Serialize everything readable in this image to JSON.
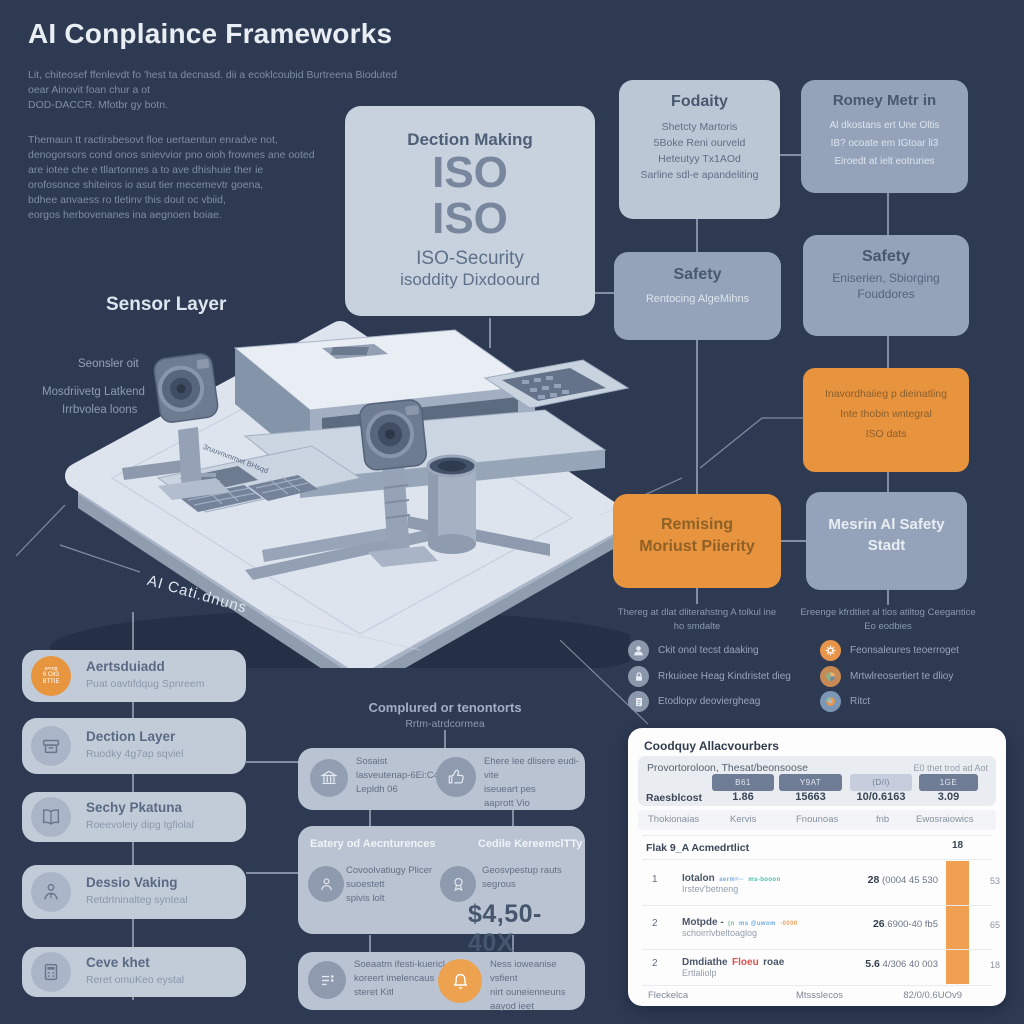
{
  "page": {
    "bg": "#2d3a52",
    "accent_orange": "#e8933e",
    "box_light": "#c8d1de",
    "box_slate": "#94a3b9"
  },
  "header": {
    "title": "AI Conplaince Frameworks",
    "para1": [
      "Lit, chiteosef ffenlevdt fo 'hest ta decnasd. dii a ecoklcoubid Burtreena Bioduted",
      "oear Ainovit foan chur a ot",
      "DOD-DACCR. Mfotbr gy botn."
    ],
    "para2": [
      "Themaun tt ractirsbesovt floe uertaentun enradve not,",
      "denogorsors cond onos snievvior pno oioh frownes ane ooted",
      "are iotee che e tllartonnes a to ave dhishuie ther ie",
      "orofosonce shiteiros io asut tier mecemevtr goena,",
      "bdhee anvaess ro tletinv this dout oc vbiid,",
      "eorgos herbovenanes ina aegnoen boiae."
    ]
  },
  "iso_box": {
    "title": "Dection Making",
    "big1": "ISO",
    "big2": "ISO",
    "line1": "ISO-Security",
    "line2": "isoddity Dixdoourd"
  },
  "flow": {
    "fodaity": {
      "title": "Fodaity",
      "lines": [
        "Shetcty Martoris",
        "5Boke Reni ourveld",
        "Heteutyy Tx1AOd",
        "Sarline sdl-e apandeliting"
      ]
    },
    "romey": {
      "title": "Romey Metr in",
      "lines": [
        "Al dkostans ert Une Oltis",
        "IB? ocoate em IGtoar li3",
        "Eiroedt at ielt eotruries"
      ]
    },
    "safety1": {
      "title": "Safety",
      "line": "Rentocing AlgeMihns"
    },
    "safety2": {
      "title": "Safety",
      "lines": [
        "Eniserien, Sbiorging",
        "Fouddores"
      ]
    },
    "orange_note": {
      "lines": [
        "Inavordhaiieg p dieinatling",
        "Inte thobin wntegral",
        "ISO dats"
      ]
    },
    "remising": {
      "lines": [
        "Remising",
        "Moriust Piierity"
      ]
    },
    "mesrin": {
      "lines": [
        "Mesrin Al Safety",
        "Stadt"
      ]
    },
    "caption_left": [
      "Thereg at dlat dliterahstng A tolkul ine",
      "ho smdalte"
    ],
    "caption_right": [
      "Ereenge kfrdtliet al tlos atiltog Ceegantice",
      "Eo eodbies"
    ],
    "bullets_left": [
      {
        "icon": "user",
        "label": "Ckit onol tecst daaking"
      },
      {
        "icon": "lock",
        "label": "Rrkuioee Heag Kindristet dieg"
      },
      {
        "icon": "document",
        "label": "Etodlopv deoviergheag"
      }
    ],
    "bullets_right": [
      {
        "icon": "gear",
        "label": "Feonsaleures teoerroget"
      },
      {
        "icon": "pie-chart",
        "label": "Mrtwlreosertiert te dlioy"
      },
      {
        "icon": "donut-chart",
        "label": "Ritct"
      }
    ]
  },
  "illustration": {
    "sensor_layer_label": "Sensor Layer",
    "side_notes": [
      "Seonsler oit",
      "Mosdriivetg Latkend",
      "Irrbvolea loons"
    ],
    "diagonal_label": "AI Cati.dnuns",
    "platform_label": "3ruuvnvnmwt BHsqd"
  },
  "left_list": {
    "items": [
      {
        "title": "Aertsduiadd",
        "subtitle": "Puat oavtifdqug Spnreem",
        "icon": "orange-badge",
        "badge_lines": [
          "a=rrig",
          "6 Oit3",
          "BTTIE"
        ]
      },
      {
        "title": "Dection Layer",
        "subtitle": "Ruodky 4g7ap sqviel",
        "icon": "archive-box"
      },
      {
        "title": "Sechy Pkatuna",
        "subtitle": "Roeevoleiy dipg tgfiolal",
        "icon": "open-book"
      },
      {
        "title": "Dessio Vaking",
        "subtitle": "Retdrtninalteg synteal",
        "icon": "person-suit"
      },
      {
        "title": "Ceve khet",
        "subtitle": "Reret omuKeo eystal",
        "icon": "calculator"
      }
    ]
  },
  "mid": {
    "heading": "Complured or tenontorts",
    "subheading": "Rrtm-atrdcormea",
    "box1": {
      "items": [
        {
          "icon": "bank",
          "lines": [
            "Sosaist",
            "lasveutenap-6Ei:C4L5",
            "Lepldh 06"
          ]
        },
        {
          "icon": "thumbs-up",
          "lines": [
            "Ehere lee dlisere eudi-vite",
            "iseueart pes",
            "aaprott Vio"
          ]
        }
      ]
    },
    "box2": {
      "header_left": "Eatery od Aecnturences",
      "header_right": "Cedile KereemclTTy",
      "items": [
        {
          "icon": "person-badge",
          "lines": [
            "Covoolvatiugy Plicer",
            "suoestett",
            "spivis lolt"
          ]
        },
        {
          "icon": "award",
          "lines": [
            "Geosvpestup rauts",
            "segrous"
          ]
        }
      ],
      "big_value": "$4,50-40X"
    },
    "box3": {
      "items": [
        {
          "icon": "list-rows",
          "lines": [
            "Soeaatm ifesti-kuericl",
            "koreert imelencaus",
            "steret Kitl"
          ]
        },
        {
          "icon": "bell",
          "lines": [
            "Ness ioweanise vsfient",
            "nirt ouneienneuns",
            "aayod ieet"
          ]
        }
      ]
    }
  },
  "card": {
    "title": "Coodquy Allacvourbers",
    "sub_left": "Provortoroloon, Thesat/beonsoose",
    "sub_right": "E0 thet trod ad Aot",
    "pills": [
      {
        "text": "B61",
        "style": "dark"
      },
      {
        "text": "Y9AT",
        "style": "dark"
      },
      {
        "text": "(D/i)",
        "style": "light"
      },
      {
        "text": "1GE",
        "style": "dark"
      }
    ],
    "metric_label": "Raesblcost",
    "metric_values": [
      "1.86",
      "15663",
      "10/0.6163",
      "3.09"
    ],
    "col_footers": [
      "Thokionaias",
      "Kervis",
      "Fnounoas",
      "fnb",
      "Ewosraiowics"
    ],
    "section_title": "Flak 9_A Acmedrtlict",
    "bar_label": "18",
    "bar_color": "#f0a050",
    "rows": [
      {
        "num": "1",
        "title": "Iotalon",
        "subtitle": "Irstev'betneng",
        "value_bold": "28",
        "value_rest": " (0004 45 530",
        "right": "53",
        "tags": [
          {
            "text": "aerm=--",
            "color": "#7aa9df"
          },
          {
            "text": "ms-booon",
            "color": "#43bfae"
          }
        ]
      },
      {
        "num": "2",
        "title": "Motpde -",
        "subtitle": "schoirrlvbeltoaglog",
        "value_bold": "26",
        "value_rest": ".6900-40 fb5",
        "right": "65",
        "tags": [
          {
            "text": "(n",
            "color": "#79c08b"
          },
          {
            "text": "ms @uwom",
            "color": "#6fa8dc"
          },
          {
            "text": "-0000",
            "color": "#f0a060"
          }
        ]
      },
      {
        "num": "2",
        "title": "Dmdiathe",
        "title_red": "Floeu",
        "title_tail": "roae",
        "subtitle": "Ertlaliolp",
        "value_bold": "5.6",
        "value_rest": " 4/306 40 003",
        "right": "18",
        "tags": []
      }
    ],
    "footer": [
      "Fleckelca",
      "Mtssslecos",
      "82/0/0.6UOv9"
    ]
  }
}
